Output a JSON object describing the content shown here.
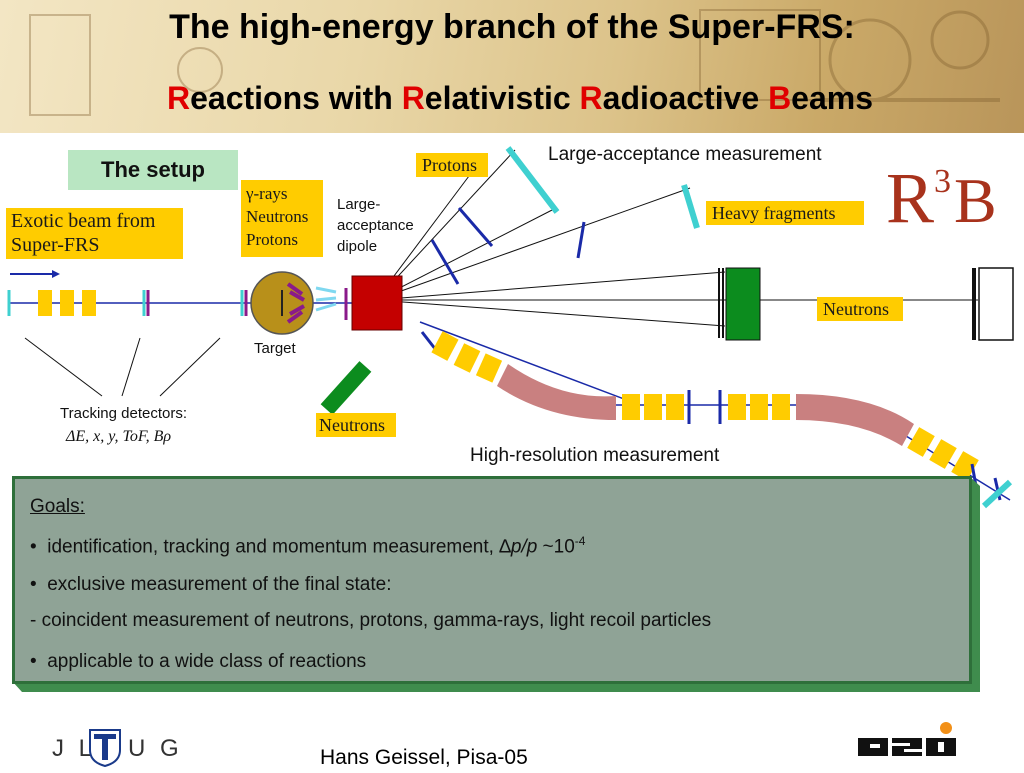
{
  "title": {
    "line1": "The high-energy branch of the Super-FRS:",
    "line2_parts": [
      {
        "text": "R",
        "red": true
      },
      {
        "text": "eactions with ",
        "red": false
      },
      {
        "text": "R",
        "red": true
      },
      {
        "text": "elativistic ",
        "red": false
      },
      {
        "text": "R",
        "red": true
      },
      {
        "text": "adioactive ",
        "red": false
      },
      {
        "text": "B",
        "red": true
      },
      {
        "text": "eams",
        "red": false
      }
    ]
  },
  "diagram": {
    "setup_label": "The setup",
    "exotic_beam": "Exotic beam from Super-FRS",
    "gamma_rays": "γ-rays",
    "neutrons_list": "Neutrons",
    "protons_list": "Protons",
    "dipole_label": "Large-acceptance dipole",
    "target_label": "Target",
    "tracking_label": "Tracking detectors:",
    "tracking_vars": "ΔE, x, y, ToF, Bρ",
    "protons_box": "Protons",
    "large_acceptance": "Large-acceptance measurement",
    "heavy_fragments": "Heavy fragments",
    "neutrons_right": "Neutrons",
    "neutrons_bottom": "Neutrons",
    "high_resolution": "High-resolution measurement",
    "r3b_logo": "R3B"
  },
  "goals": {
    "heading": "Goals:",
    "bullet1_prefix": "identification, tracking and momentum measurement, ",
    "bullet1_delta": "∆",
    "bullet1_ital": "p/p",
    "bullet1_suffix": " ~10",
    "bullet1_exp": "-4",
    "bullet2": "exclusive measurement of the final state:",
    "sub": "- coincident measurement of neutrons, protons, gamma-rays, light recoil particles",
    "bullet3": "applicable to a wide class of reactions"
  },
  "footer": {
    "author": "Hans Geissel, Pisa-05",
    "logo_left": "JLUG",
    "logo_right": "GSI"
  },
  "colors": {
    "label_yellow": "#ffcc00",
    "magnet_red": "#c40000",
    "detector_green": "#0c8c1e",
    "cyan": "#3fd0d0",
    "blue": "#1a2aa8",
    "dipole_pink": "#c98080"
  }
}
